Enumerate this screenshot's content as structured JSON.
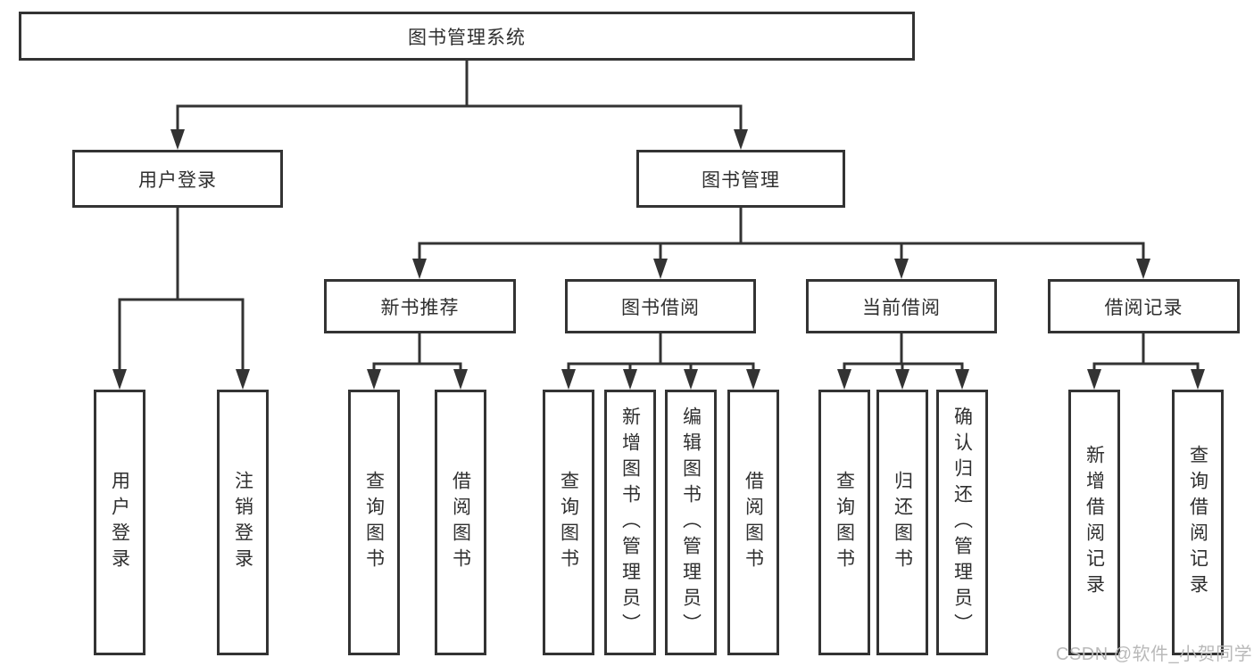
{
  "tree": {
    "root": {
      "label": "图书管理系统"
    },
    "level2": [
      {
        "label": "用户登录"
      },
      {
        "label": "图书管理"
      }
    ],
    "level3": [
      {
        "label": "新书推荐"
      },
      {
        "label": "图书借阅"
      },
      {
        "label": "当前借阅"
      },
      {
        "label": "借阅记录"
      }
    ],
    "leaves": {
      "user_login": [
        {
          "label": "用户登录"
        },
        {
          "label": "注销登录"
        }
      ],
      "new_book": [
        {
          "label": "查询图书"
        },
        {
          "label": "借阅图书"
        }
      ],
      "book_borrow": [
        {
          "label": "查询图书"
        },
        {
          "label": "新增图书（管理员）"
        },
        {
          "label": "编辑图书（管理员）"
        },
        {
          "label": "借阅图书"
        }
      ],
      "current_borrow": [
        {
          "label": "查询图书"
        },
        {
          "label": "归还图书"
        },
        {
          "label": "确认归还（管理员）"
        }
      ],
      "borrow_record": [
        {
          "label": "新增借阅记录"
        },
        {
          "label": "查询借阅记录"
        }
      ]
    }
  },
  "watermark": {
    "text": "CSDN @软件_小贺同学"
  },
  "colors": {
    "line": "#333333",
    "text": "#2f2f2f",
    "watermark": "#b9b9b9",
    "background": "#ffffff"
  }
}
